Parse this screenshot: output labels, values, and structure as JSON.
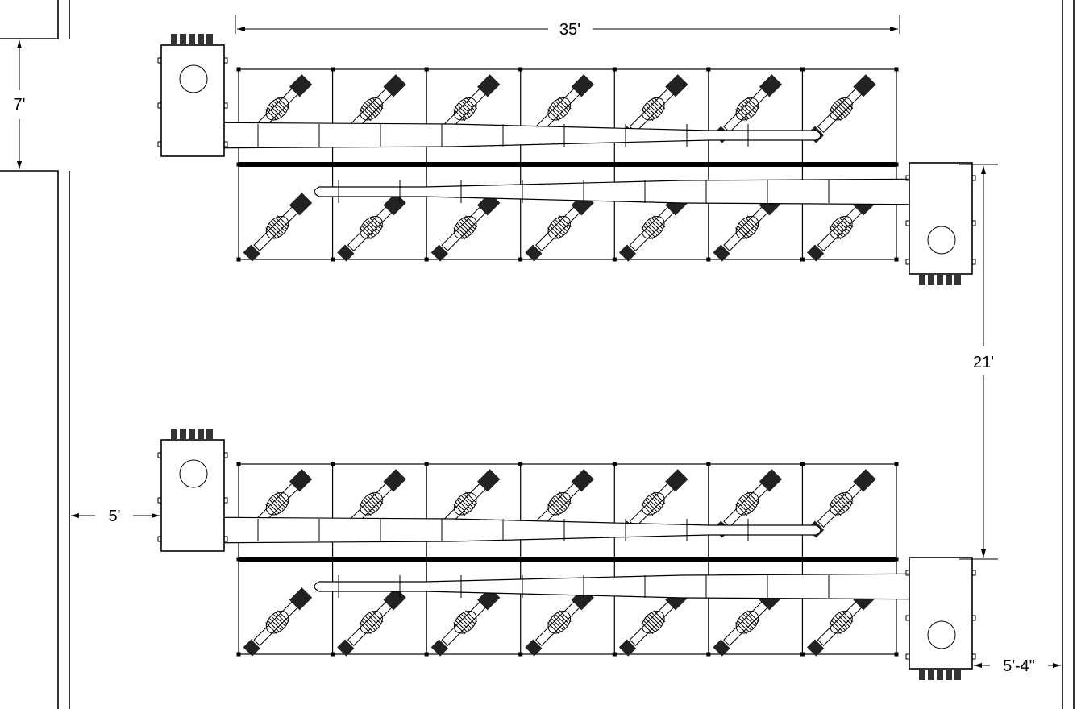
{
  "dimensions": {
    "top_length": "35'",
    "wall_offset_top": "7'",
    "row_spacing": "21'",
    "wall_offset_left": "5'",
    "right_clearance": "5'-4\""
  },
  "layout": {
    "rows": 2,
    "bays_per_side": 7,
    "sides_per_row": 2
  }
}
